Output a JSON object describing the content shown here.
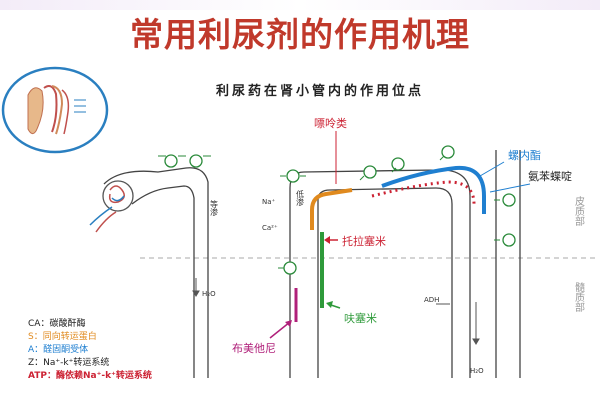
{
  "title": "常用利尿剂的作用机理",
  "subtitle": "利尿药在肾小管内的作用位点",
  "drugs": {
    "caffeine": "嘌呤类",
    "spironolactone": "螺内酯",
    "triamterene": "氨苯蝶啶",
    "torsemide": "托拉塞米",
    "furosemide": "呋塞米",
    "bumetanide": "布美他尼"
  },
  "regions": {
    "cortex": "皮质部",
    "medulla": "髓质部"
  },
  "labels": {
    "isotonic": "等渗",
    "hypotonic": "低渗",
    "water_1": "H₂O",
    "water_2": "H₂O",
    "adh": "ADH",
    "na": "Na⁺",
    "ca": "Ca²⁺"
  },
  "legend": {
    "ca": "CA：碳酸酐酶",
    "s": "S：同向转运蛋白",
    "a": "A：醛固酮受体",
    "z": "Z：Na⁺-k⁺转运系统",
    "atp": "ATP：酶依赖Na⁺-k⁺转运系统"
  },
  "colors": {
    "title": "#c0392b",
    "orange": "#e08a1e",
    "blue": "#1f7fd0",
    "green": "#2e9a3a",
    "magenta": "#b0207a",
    "red": "#cc2233",
    "tubule": "#444444",
    "node": "#2a8a3a"
  }
}
